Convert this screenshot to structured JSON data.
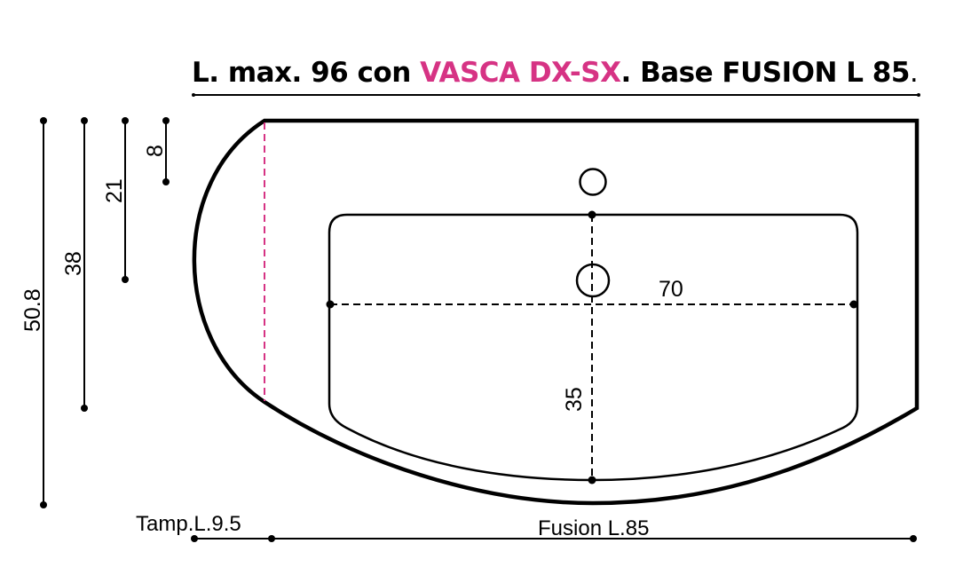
{
  "title": {
    "part1": "L. max. 96 con ",
    "accent": "VASCA DX-SX",
    "part2": ". Base FUSION L 85",
    "period": "."
  },
  "colors": {
    "accent": "#d63384",
    "line": "#000000"
  },
  "dimensions": {
    "height_total": "50.8",
    "height_base": "38",
    "height_21": "21",
    "height_8": "8",
    "basin_width": "70",
    "basin_depth": "35",
    "tamp_width": "Tamp.L.9.5",
    "fusion_width": "Fusion L.85"
  }
}
